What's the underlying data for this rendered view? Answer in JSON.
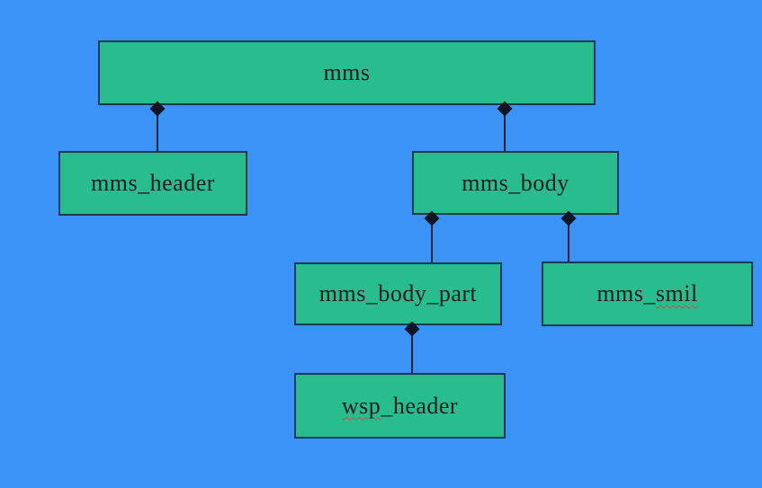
{
  "diagram": {
    "type": "hierarchy-diagram",
    "colors": {
      "background": "#3b93f6",
      "node_fill": "#29bd8e",
      "node_border": "#123c55",
      "connector_line": "#15203a",
      "diamond_connector": "#0d1526",
      "label_text": "#1d1d1d",
      "spellcheck_underline": "#cf4a4a"
    },
    "nodes": {
      "mms": {
        "label": "mms"
      },
      "mms_header": {
        "label": "mms_header"
      },
      "mms_body": {
        "label": "mms_body"
      },
      "mms_body_part": {
        "label": "mms_body_part"
      },
      "mms_smil": {
        "label": "mms_smil",
        "parts": {
          "normal": "mms_",
          "squiggle": "smil"
        }
      },
      "wsp_header": {
        "label": "wsp_header",
        "parts": {
          "squiggle": "wsp",
          "normal": "_header"
        }
      }
    },
    "edges": [
      {
        "from": "mms",
        "to": "mms_header",
        "connector": "filled-diamond-at-parent"
      },
      {
        "from": "mms",
        "to": "mms_body",
        "connector": "filled-diamond-at-parent"
      },
      {
        "from": "mms_body",
        "to": "mms_body_part",
        "connector": "filled-diamond-at-parent"
      },
      {
        "from": "mms_body",
        "to": "mms_smil",
        "connector": "filled-diamond-at-parent"
      },
      {
        "from": "mms_body_part",
        "to": "wsp_header",
        "connector": "filled-diamond-at-parent"
      }
    ]
  }
}
